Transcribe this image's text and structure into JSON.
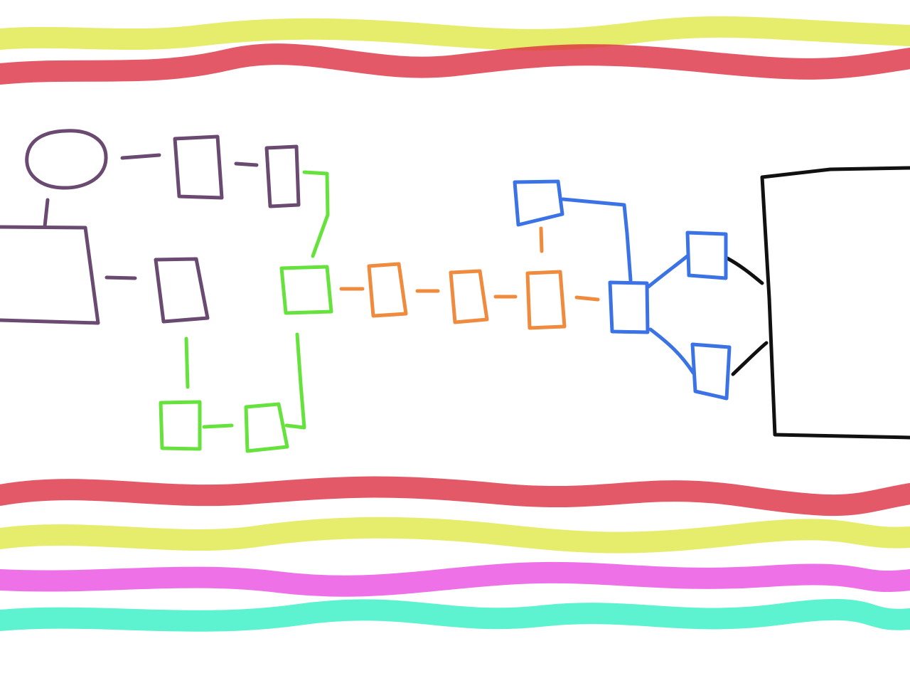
{
  "palette": {
    "purple": "#6b4a72",
    "green": "#66e23d",
    "orange": "#f08a3c",
    "blue": "#3b73e6",
    "black": "#111111",
    "yellow": "#dfe843",
    "red": "#dd2a3d",
    "magenta": "#ea49e1",
    "cyan": "#2ff0c4"
  },
  "top_bands": [
    "yellow",
    "red"
  ],
  "bottom_bands": [
    "red",
    "yellow",
    "magenta",
    "cyan"
  ],
  "nodes": [
    {
      "id": "purple-ellipse",
      "shape": "ellipse",
      "color": "purple"
    },
    {
      "id": "purple-rect-1",
      "shape": "rect",
      "color": "purple"
    },
    {
      "id": "purple-rect-2",
      "shape": "rect",
      "color": "purple"
    },
    {
      "id": "purple-large-rect",
      "shape": "open-rect",
      "color": "purple"
    },
    {
      "id": "purple-rect-3",
      "shape": "rect",
      "color": "purple"
    },
    {
      "id": "green-rect-top",
      "shape": "rect",
      "color": "green"
    },
    {
      "id": "green-rect-bottom-left",
      "shape": "rect",
      "color": "green"
    },
    {
      "id": "green-rect-bottom-right",
      "shape": "rect",
      "color": "green"
    },
    {
      "id": "orange-rect-1",
      "shape": "rect",
      "color": "orange"
    },
    {
      "id": "orange-rect-2",
      "shape": "rect",
      "color": "orange"
    },
    {
      "id": "orange-rect-3",
      "shape": "rect",
      "color": "orange"
    },
    {
      "id": "blue-rect-top",
      "shape": "rect",
      "color": "blue"
    },
    {
      "id": "blue-rect-hub",
      "shape": "rect",
      "color": "blue"
    },
    {
      "id": "blue-rect-upper-right",
      "shape": "rect",
      "color": "blue"
    },
    {
      "id": "blue-rect-lower-right",
      "shape": "rect",
      "color": "blue"
    },
    {
      "id": "black-large-rect",
      "shape": "open-rect",
      "color": "black"
    }
  ],
  "edges": [
    {
      "from": "purple-ellipse",
      "to": "purple-rect-1",
      "color": "purple"
    },
    {
      "from": "purple-rect-1",
      "to": "purple-rect-2",
      "color": "purple"
    },
    {
      "from": "purple-ellipse",
      "to": "purple-large-rect",
      "color": "purple"
    },
    {
      "from": "purple-large-rect",
      "to": "purple-rect-3",
      "color": "purple"
    },
    {
      "from": "purple-rect-2",
      "to": "green-rect-top",
      "color": "green"
    },
    {
      "from": "purple-rect-3",
      "to": "green-rect-bottom-left",
      "color": "green"
    },
    {
      "from": "green-rect-bottom-left",
      "to": "green-rect-bottom-right",
      "color": "green"
    },
    {
      "from": "green-rect-bottom-right",
      "to": "green-rect-top",
      "color": "green"
    },
    {
      "from": "green-rect-top",
      "to": "orange-rect-1",
      "color": "orange"
    },
    {
      "from": "orange-rect-1",
      "to": "orange-rect-2",
      "color": "orange"
    },
    {
      "from": "orange-rect-2",
      "to": "orange-rect-3",
      "color": "orange"
    },
    {
      "from": "orange-rect-3",
      "to": "blue-rect-top",
      "color": "orange"
    },
    {
      "from": "orange-rect-3",
      "to": "blue-rect-hub",
      "color": "orange"
    },
    {
      "from": "blue-rect-top",
      "to": "blue-rect-hub",
      "color": "blue"
    },
    {
      "from": "blue-rect-hub",
      "to": "blue-rect-upper-right",
      "color": "blue"
    },
    {
      "from": "blue-rect-hub",
      "to": "blue-rect-lower-right",
      "color": "blue"
    },
    {
      "from": "blue-rect-upper-right",
      "to": "black-large-rect",
      "color": "black"
    },
    {
      "from": "blue-rect-lower-right",
      "to": "black-large-rect",
      "color": "black"
    }
  ]
}
